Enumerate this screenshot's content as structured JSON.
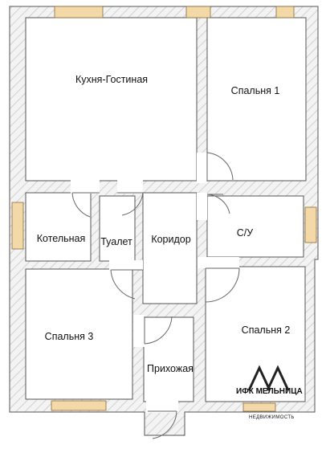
{
  "rooms": {
    "kitchen": "Кухня-Гостиная",
    "bedroom1": "Спальня 1",
    "boiler": "Котельная",
    "toilet": "Туалет",
    "corridor": "Коридор",
    "bathroom": "С/У",
    "bedroom3": "Спальня 3",
    "hallway": "Прихожая",
    "bedroom2": "Спальня 2"
  },
  "logo": {
    "name": "ИФК МЕЛЬНИЦА",
    "tagline": "НЕДВИЖИМОСТЬ"
  },
  "colors": {
    "wall_stroke": "#555555",
    "hatch": "#cccccc",
    "window": "#f4d9a8",
    "door_arc": "#666666"
  }
}
